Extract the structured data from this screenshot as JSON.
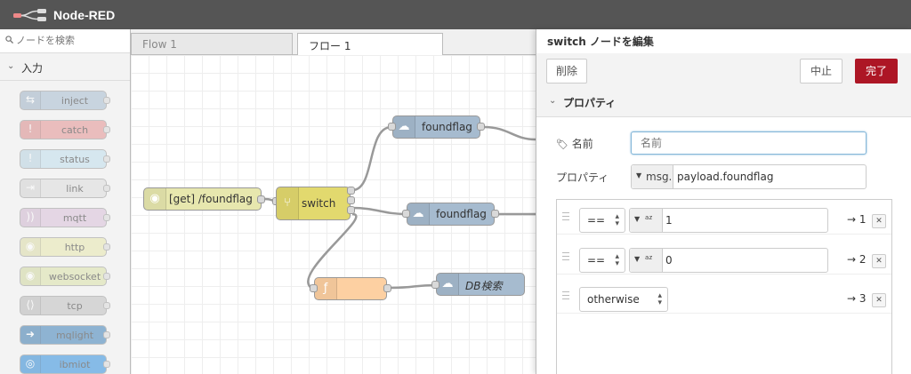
{
  "app": {
    "title": "Node-RED"
  },
  "palette": {
    "search_placeholder": "ノードを検索",
    "category": "入力",
    "nodes": [
      {
        "label": "inject",
        "color": "#a6bbcf",
        "icon": "arrow-icon",
        "glyph": "⇆"
      },
      {
        "label": "catch",
        "color": "#e49191",
        "icon": "alert-icon",
        "glyph": "!"
      },
      {
        "label": "status",
        "color": "#c0deed",
        "icon": "alert-icon",
        "glyph": "!"
      },
      {
        "label": "link",
        "color": "#dddddd",
        "icon": "link-icon",
        "glyph": "⇥"
      },
      {
        "label": "mqtt",
        "color": "#d8bfd8",
        "icon": "bridge-icon",
        "glyph": "))"
      },
      {
        "label": "http",
        "color": "#e7e7ae",
        "icon": "globe-icon",
        "glyph": "◉"
      },
      {
        "label": "websocket",
        "color": "#dbe2a8",
        "icon": "globe-icon",
        "glyph": "◉"
      },
      {
        "label": "tcp",
        "color": "#c0c0c0",
        "icon": "bridge-icon",
        "glyph": "⟨⟩"
      },
      {
        "label": "mqlight",
        "color": "#3d80b8",
        "icon": "mqlight-icon",
        "glyph": "➜"
      },
      {
        "label": "ibmiot",
        "color": "#2e8fdf",
        "icon": "iot-icon",
        "glyph": "◎"
      }
    ]
  },
  "workspace": {
    "tabs": [
      {
        "label": "Flow 1"
      },
      {
        "label": "フロー 1"
      }
    ],
    "nodes": {
      "http_in": {
        "label": "[get] /foundflag",
        "color": "#e7e7ae"
      },
      "switch": {
        "label": "switch",
        "color": "#e2d96e"
      },
      "foundflag_1": {
        "label": "foundflag",
        "color": "#a6bbcf"
      },
      "foundflag_2": {
        "label": "foundflag",
        "color": "#a6bbcf"
      },
      "function": {
        "label": "",
        "glyph": "ƒ",
        "color": "#fdd0a2"
      },
      "db_search": {
        "label": "DB検索",
        "color": "#a6bbcf"
      }
    }
  },
  "editor": {
    "title": "switch ノードを編集",
    "delete_label": "削除",
    "cancel_label": "中止",
    "done_label": "完了",
    "section_label": "プロパティ",
    "name_label": "名前",
    "name_placeholder": "名前",
    "property_label": "プロパティ",
    "property_prefix": "msg.",
    "property_value": "payload.foundflag",
    "rules": [
      {
        "operator": "==",
        "type_glyph": "a z",
        "value": "1",
        "output": "→ 1"
      },
      {
        "operator": "==",
        "type_glyph": "a z",
        "value": "0",
        "output": "→ 2"
      },
      {
        "operator": "otherwise",
        "output": "→ 3"
      }
    ],
    "accent_color": "#ad1625"
  }
}
